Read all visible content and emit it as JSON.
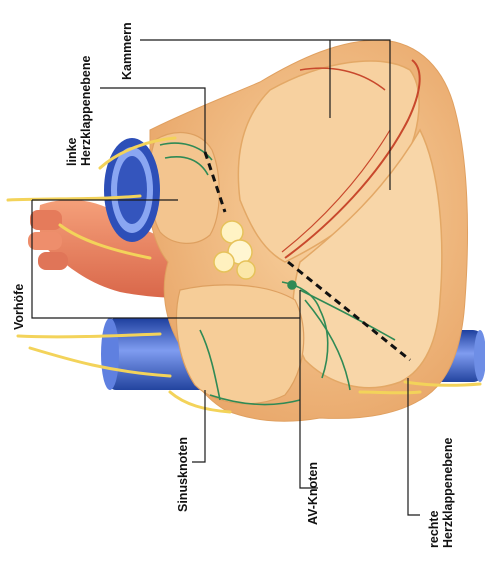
{
  "labels": {
    "kammern": "Kammern",
    "linke_line1": "linke",
    "linke_line2": "Herzklappenebene",
    "vorhoefe": "Vorhöfe",
    "sinusknoten": "Sinusknoten",
    "av_knoten": "AV-Knoten",
    "rechte_line1": "rechte",
    "rechte_line2": "Herzklappenebene"
  },
  "colors": {
    "heart_tissue": "#f2c089",
    "heart_shadow": "#e6a467",
    "ventricle_light": "#f7d3a3",
    "vessel_red": "#ef8a67",
    "vein_blue": "#3d63c9",
    "nerve_yellow": "#f3d35a",
    "conduction_green": "#2f8a55",
    "artery_line": "#c8482c",
    "pointer_line": "#1a1a1a"
  }
}
